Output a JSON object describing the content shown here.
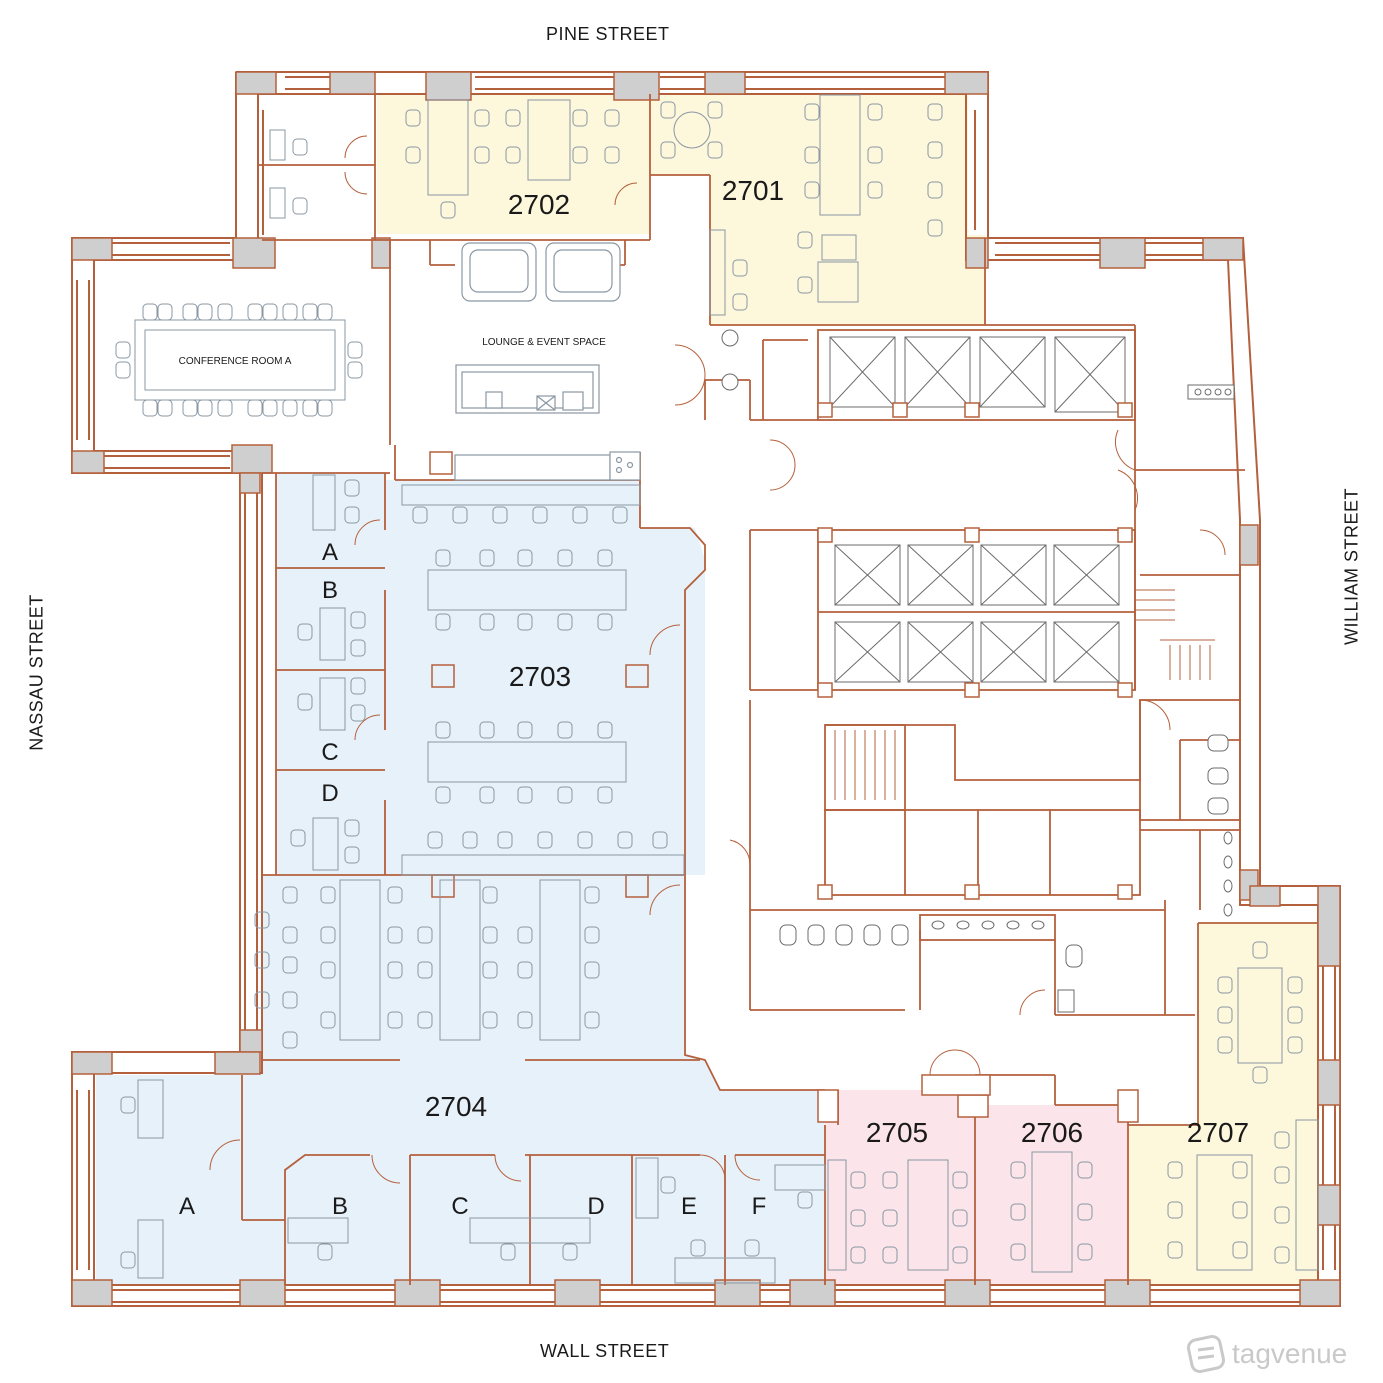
{
  "streets": {
    "north": "PINE STREET",
    "south": "WALL STREET",
    "west": "NASSAU STREET",
    "east": "WILLIAM STREET"
  },
  "spaces": {
    "s2701": "2701",
    "s2702": "2702",
    "s2703": "2703",
    "s2704": "2704",
    "s2705": "2705",
    "s2706": "2706",
    "s2707": "2707",
    "conference": "CONFERENCE ROOM A",
    "lounge": "LOUNGE & EVENT SPACE"
  },
  "offices_2703": [
    "A",
    "B",
    "C",
    "D"
  ],
  "offices_2704": [
    "A",
    "B",
    "C",
    "D",
    "E",
    "F"
  ],
  "colors": {
    "wall": "#b5603c",
    "pillar": "#cfcfcf",
    "yellow": "#fdf7dc",
    "blue": "#e6f1fa",
    "pink": "#fbe4ea",
    "furniture": "#8a97a3"
  },
  "watermark": "tagvenue"
}
